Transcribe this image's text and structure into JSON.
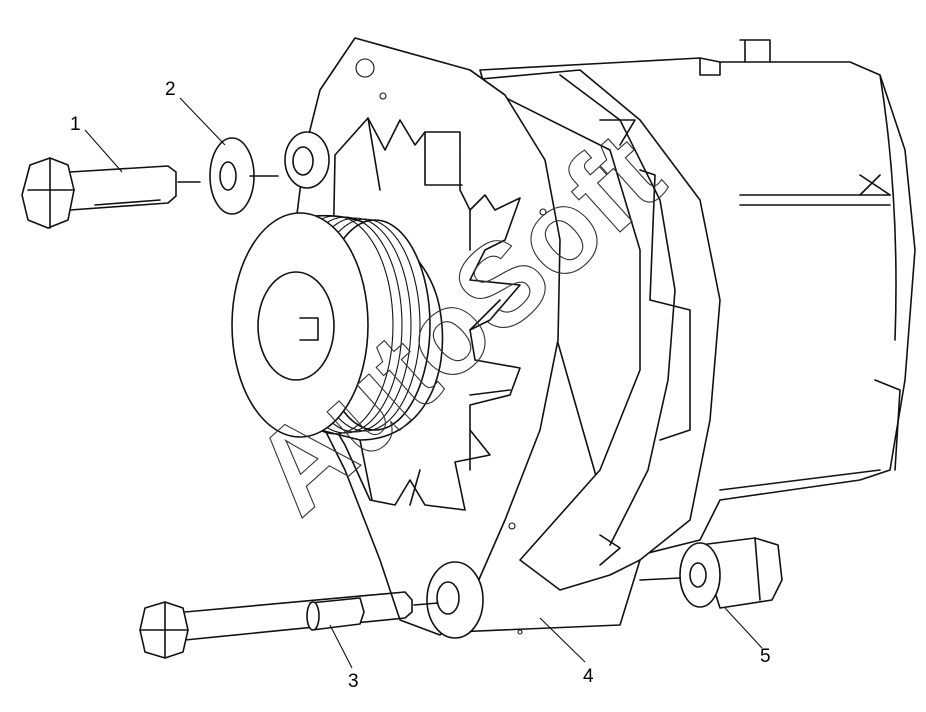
{
  "watermark": "AutoSoft",
  "callouts": [
    {
      "id": "1",
      "text": "1"
    },
    {
      "id": "2",
      "text": "2"
    },
    {
      "id": "3",
      "text": "3"
    },
    {
      "id": "4",
      "text": "4"
    },
    {
      "id": "5",
      "text": "5"
    }
  ]
}
